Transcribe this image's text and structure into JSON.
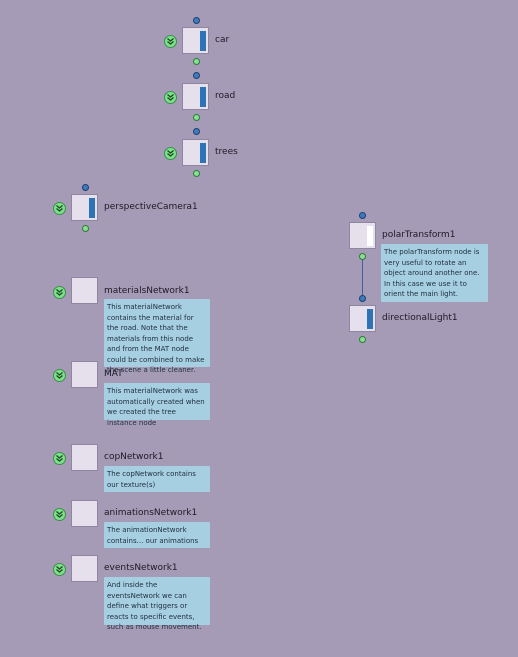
{
  "nodes": {
    "car": {
      "label": "car"
    },
    "road": {
      "label": "road"
    },
    "trees": {
      "label": "trees"
    },
    "perspectiveCamera1": {
      "label": "perspectiveCamera1"
    },
    "polarTransform1": {
      "label": "polarTransform1",
      "note": "The polarTransform node is very useful to rotate an object around another one. In this case we use it to orient the main light."
    },
    "directionalLight1": {
      "label": "directionalLight1"
    },
    "materialsNetwork1": {
      "label": "materialsNetwork1",
      "note": "This materialNetwork contains the material for the road. Note that the materials from this node and from the MAT node could be combined to make the scene a little cleaner."
    },
    "MAT": {
      "label": "MAT",
      "note": "This materialNetwork was automatically created when we created the tree instance node"
    },
    "copNetwork1": {
      "label": "copNetwork1",
      "note": "The copNetwork contains our texture(s)"
    },
    "animationsNetwork1": {
      "label": "animationsNetwork1",
      "note": "The animationNetwork contains... our animations"
    },
    "eventsNetwork1": {
      "label": "eventsNetwork1",
      "note": "And inside the eventsNetwork we can define what triggers or reacts to specific events, such as mouse movement."
    }
  },
  "colors": {
    "background": "#a59bb6",
    "node_tile": "#e6e0ec",
    "display_flag": "#2d73b6",
    "note_bg": "#a6cfe2",
    "badge": "#7ee08a",
    "input_port": "#3d7bc0",
    "output_port": "#86e08e"
  },
  "icons": {
    "expand_badge": "chevron-double-down-icon"
  }
}
